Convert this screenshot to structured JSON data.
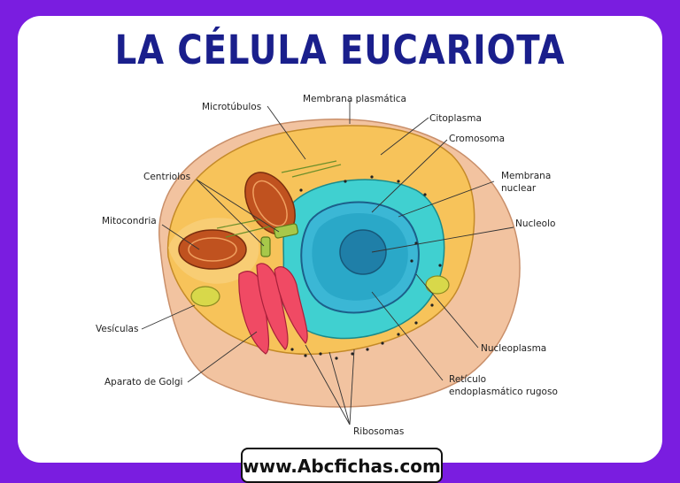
{
  "title": "LA CÉLULA EUCARIOTA",
  "footer": "www.Abcfichas.com",
  "labels": {
    "microtubulos": "Microtúbulos",
    "membrana_plasmatica": "Membrana plasmática",
    "citoplasma": "Citoplasma",
    "cromosoma": "Cromosoma",
    "membrana_nuclear_1": "Membrana",
    "membrana_nuclear_2": "nuclear",
    "centriolos": "Centriolos",
    "mitocondria": "Mitocondria",
    "nucleolo": "Nucleolo",
    "vesiculas": "Vesículas",
    "nucleoplasma": "Nucleoplasma",
    "aparato_golgi": "Aparato de Golgi",
    "reticulo_1": "Retículo",
    "reticulo_2": "endoplasmático rugoso",
    "ribosomas": "Ribosomas"
  },
  "colors": {
    "background": "#7a1de0",
    "title": "#1a1f8c",
    "cell_outer": "#f2c3a0",
    "cytoplasm": "#f7c35a",
    "nucleus": "#2aa8c8",
    "reticulum": "#40d0d0",
    "golgi": "#f04a64",
    "mitochondria": "#c0521f"
  }
}
